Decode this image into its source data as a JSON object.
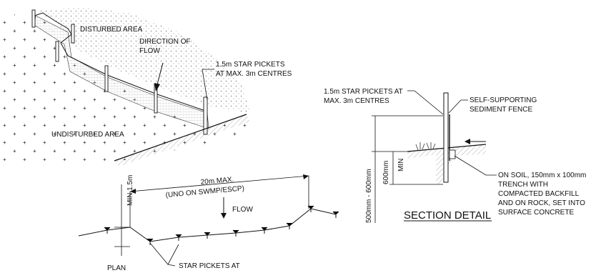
{
  "perspective": {
    "disturbed_area": "DISTURBED AREA",
    "direction_of_flow": [
      "DIRECTION OF",
      "FLOW"
    ],
    "star_pickets": [
      "1.5m STAR PICKETS",
      "AT MAX. 3m CENTRES"
    ],
    "undisturbed_area": "UNDISTURBED AREA"
  },
  "plan": {
    "min_label": "MIN 1.5m",
    "max_label": "20m MAX.",
    "uno_label": "(UNO ON SWMP/ESCP)",
    "flow_label": "FLOW",
    "pickets_label": "STAR PICKETS AT",
    "title": "PLAN"
  },
  "section": {
    "star_pickets": [
      "1.5m STAR PICKETS AT",
      "MAX. 3m CENTRES"
    ],
    "self_supporting": [
      "SELF-SUPPORTING",
      "SEDIMENT FENCE"
    ],
    "dim_total": "500mm - 600mm",
    "dim_min": "600mm",
    "min_word": "MIN",
    "trench_note": [
      "ON SOIL, 150mm x 100mm",
      "TRENCH WITH",
      "COMPACTED BACKFILL",
      "AND ON ROCK, SET INTO",
      "SURFACE CONCRETE"
    ],
    "title": "SECTION DETAIL"
  }
}
